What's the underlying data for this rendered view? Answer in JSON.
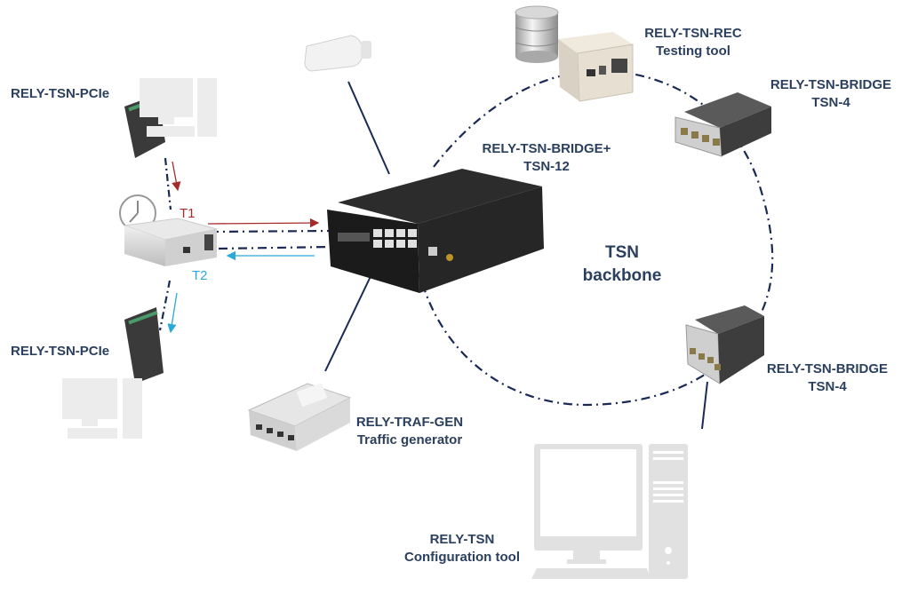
{
  "colors": {
    "label": "#2b3f5f",
    "link": "#1a2a55",
    "t1_arrow": "#a52a2a",
    "t2_arrow": "#2aa8d8",
    "pc_gray": "#e1e1e1",
    "device_dark": "#222222",
    "device_silver": "#d6d6d6"
  },
  "nodes": {
    "pcie_top": {
      "line1": "RELY-TSN-PCIe"
    },
    "pcie_bottom": {
      "line1": "RELY-TSN-PCIe"
    },
    "bridge_plus": {
      "line1": "RELY-TSN-BRIDGE+",
      "line2": "TSN-12"
    },
    "rec": {
      "line1": "RELY-TSN-REC",
      "line2": "Testing tool"
    },
    "bridge_top": {
      "line1": "RELY-TSN-BRIDGE",
      "line2": "TSN-4"
    },
    "bridge_bottom": {
      "line1": "RELY-TSN-BRIDGE",
      "line2": "TSN-4"
    },
    "traf_gen": {
      "line1": "RELY-TRAF-GEN",
      "line2": "Traffic generator"
    },
    "config": {
      "line1": "RELY-TSN",
      "line2": "Configuration tool"
    }
  },
  "backbone": {
    "line1": "TSN",
    "line2": "backbone"
  },
  "timestamps": {
    "t1": "T1",
    "t2": "T2"
  },
  "icons": [
    "camera-icon",
    "database-icon",
    "clock-icon",
    "desktop-pc-icon",
    "pcie-card-icon",
    "switch-icon"
  ]
}
